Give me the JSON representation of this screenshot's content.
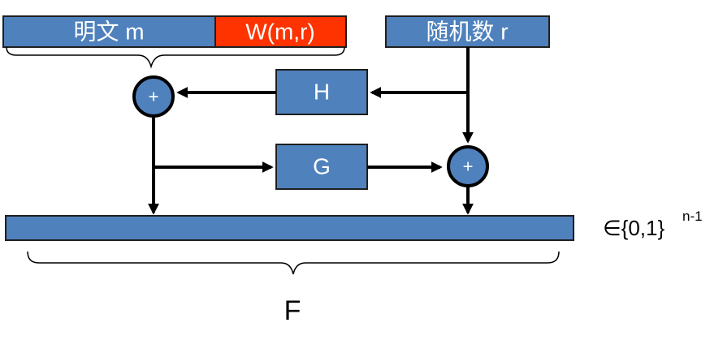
{
  "blocks": {
    "plaintext": "明文 m",
    "w": "W(m,r)",
    "random": "随机数 r",
    "h": "H",
    "g": "G"
  },
  "operators": {
    "xor_left": "+",
    "xor_right": "+"
  },
  "output": {
    "label": "F",
    "set_prefix": "∈{0,1}",
    "set_exponent": "n-1"
  },
  "colors": {
    "block_fill": "#4f81bd",
    "w_fill": "#ff3300",
    "stroke": "#000000"
  }
}
